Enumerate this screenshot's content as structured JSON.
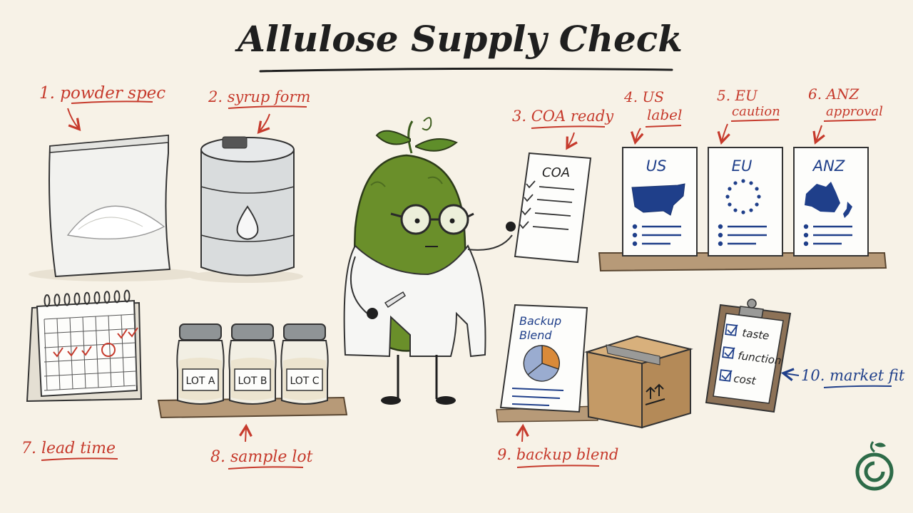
{
  "title": "Allulose Supply Check",
  "colors": {
    "background": "#f7f2e7",
    "ink": "#1f1f1f",
    "annotation_red": "#c63a2c",
    "annotation_blue": "#1f3f8a",
    "mascot_green": "#6a8f2a",
    "wood": "#b79a78",
    "cardboard": "#c49a66"
  },
  "items": [
    {
      "label": "1. powder spec"
    },
    {
      "label": "2. syrup form"
    },
    {
      "label": "3. COA ready"
    },
    {
      "label_line1": "4. US",
      "label_line2": "label"
    },
    {
      "label_line1": "5. EU",
      "label_line2": "caution"
    },
    {
      "label_line1": "6. ANZ",
      "label_line2": "approval"
    },
    {
      "label": "7. lead time"
    },
    {
      "label": "8. sample lot"
    },
    {
      "label": "9. backup blend"
    },
    {
      "label": "10. market fit"
    }
  ],
  "coa_doc": {
    "title": "COA"
  },
  "region_cards": [
    {
      "name": "US",
      "map_icon": "us-map-icon"
    },
    {
      "name": "EU",
      "map_icon": "eu-stars-icon"
    },
    {
      "name": "ANZ",
      "map_icon": "australia-nz-map-icon"
    }
  ],
  "sample_jars": [
    {
      "label": "LOT A"
    },
    {
      "label": "LOT B"
    },
    {
      "label": "LOT C"
    }
  ],
  "backup_poster": {
    "title_line1": "Backup",
    "title_line2": "Blend"
  },
  "market_checklist": [
    {
      "label": "taste"
    },
    {
      "label": "function"
    },
    {
      "label": "cost"
    }
  ],
  "icons": [
    "powder-bag-icon",
    "syrup-drum-icon",
    "water-drop-icon",
    "calendar-icon",
    "shipping-box-icon",
    "clipboard-icon",
    "pie-chart-icon",
    "logo-icon"
  ]
}
